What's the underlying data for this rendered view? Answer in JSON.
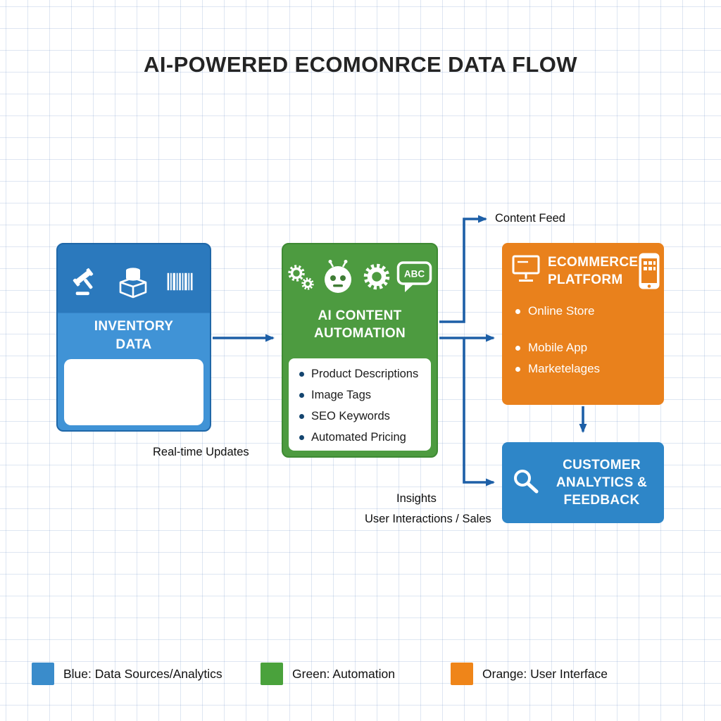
{
  "title": "AI-POWERED ECOMONRCE DATA FLOW",
  "arrow_color": "#1d5fa7",
  "nodes": {
    "inventory_data": {
      "title": "INVENTORY DATA",
      "color": "#2b79bd",
      "icons": [
        "gavel-icon",
        "inventory-database-icon",
        "barcode-icon"
      ]
    },
    "ai_content_automation": {
      "title": "AI CONTENT AUTOMATION",
      "color": "#4d9b40",
      "icons": [
        "gears-icon",
        "robot-icon",
        "gear-icon",
        "abc-bubble-icon"
      ],
      "abc_label": "ABC",
      "items": [
        "Product Descriptions",
        "Image Tags",
        "SEO Keywords",
        "Automated Pricing"
      ]
    },
    "ecommerce_platform": {
      "title": "ECOMMERCE PLATFORM",
      "color": "#e9811c",
      "icons": [
        "monitor-icon",
        "smartphone-icon"
      ],
      "items": [
        "Online Store",
        "Mobile App",
        "Marketelages"
      ]
    },
    "customer_analytics": {
      "title": "CUSTOMER ANALYTICS & FEEDBACK",
      "color": "#2e86c8",
      "icons": [
        "magnifier-icon"
      ]
    }
  },
  "edge_labels": {
    "content_feed": "Content Feed",
    "real_time_updates": "Real-time Updates",
    "insights": "Insights",
    "user_interactions_sales": "User Interactions / Sales"
  },
  "legend": [
    {
      "label": "Blue: Data Sources/Analytics",
      "color": "#3a8ccb"
    },
    {
      "label": "Green: Automation",
      "color": "#4aa23c"
    },
    {
      "label": "Orange: User Interface",
      "color": "#ef8519"
    }
  ]
}
